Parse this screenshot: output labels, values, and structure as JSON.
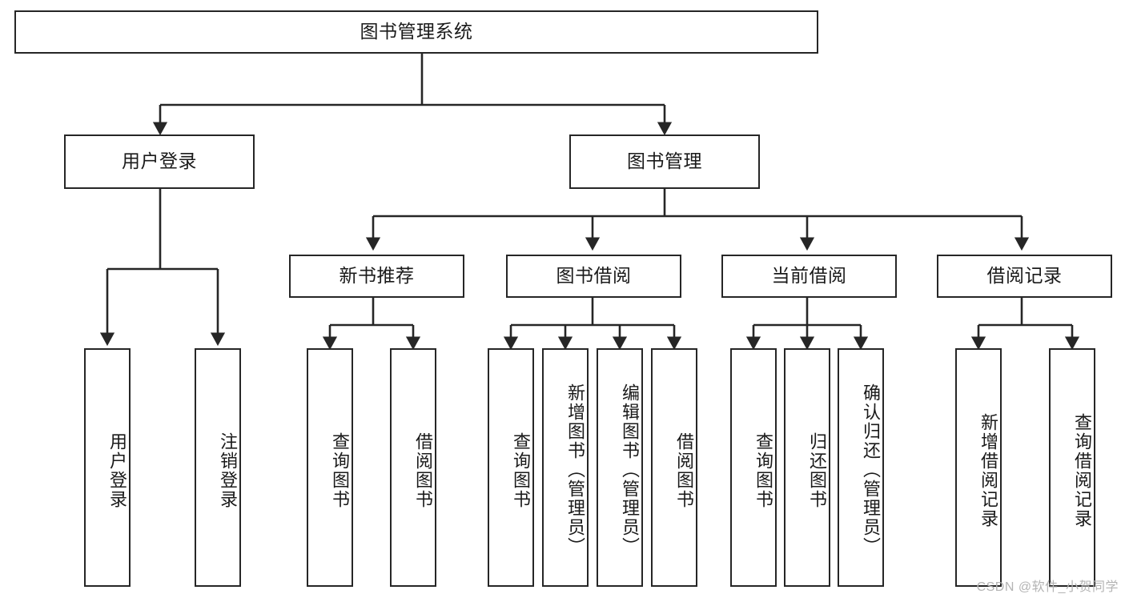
{
  "diagram": {
    "title": "图书管理系统",
    "type": "tree-hierarchy-diagram",
    "watermark": "CSDN @软件_小贺同学",
    "colors": {
      "box_border": "#262626",
      "box_fill": "#ffffff",
      "edge": "#262626",
      "text": "#1a1a1a",
      "watermark": "#b4b4b4",
      "background": "#ffffff"
    },
    "nodes": {
      "root": {
        "label": "图书管理系统"
      },
      "level2": [
        {
          "id": "user-login",
          "label": "用户登录"
        },
        {
          "id": "book-manage",
          "label": "图书管理"
        }
      ],
      "level3": [
        {
          "id": "new-book-recommend",
          "label": "新书推荐"
        },
        {
          "id": "book-borrow",
          "label": "图书借阅"
        },
        {
          "id": "current-borrow",
          "label": "当前借阅"
        },
        {
          "id": "borrow-record",
          "label": "借阅记录"
        }
      ],
      "leaves": {
        "user_login": [
          {
            "id": "leaf-user-login",
            "label": "用户登录"
          },
          {
            "id": "leaf-logout-login",
            "label": "注销登录"
          }
        ],
        "new_book_recommend": [
          {
            "id": "leaf-query-book-1",
            "label": "查询图书"
          },
          {
            "id": "leaf-borrow-book-1",
            "label": "借阅图书"
          }
        ],
        "book_borrow": [
          {
            "id": "leaf-query-book-2",
            "label": "查询图书"
          },
          {
            "id": "leaf-add-book",
            "label": "新增图书（管理员）"
          },
          {
            "id": "leaf-edit-book",
            "label": "编辑图书（管理员）"
          },
          {
            "id": "leaf-borrow-book-2",
            "label": "借阅图书"
          }
        ],
        "current_borrow": [
          {
            "id": "leaf-query-book-3",
            "label": "查询图书"
          },
          {
            "id": "leaf-return-book",
            "label": "归还图书"
          },
          {
            "id": "leaf-confirm-return",
            "label": "确认归还（管理员）"
          }
        ],
        "borrow_record": [
          {
            "id": "leaf-add-borrow-record",
            "label": "新增借阅记录"
          },
          {
            "id": "leaf-query-borrow-record",
            "label": "查询借阅记录"
          }
        ]
      }
    }
  }
}
